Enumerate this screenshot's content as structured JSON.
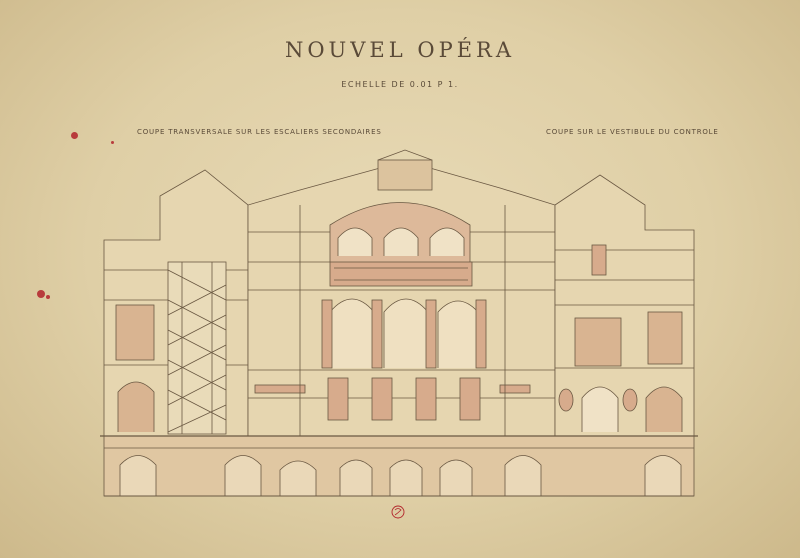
{
  "sheet": {
    "title": "NOUVEL OPÉRA",
    "scale": "ECHELLE DE 0.01 P 1.",
    "caption_left": "COUPE TRANSVERSALE SUR LES ESCALIERS SECONDAIRES",
    "caption_right": "COUPE SUR LE VESTIBULE DU CONTROLE"
  },
  "colors": {
    "paper": "#e3d4ae",
    "ink": "#5a4a38",
    "wash": "#d8a88a",
    "stain": "#b2222a"
  },
  "stamp": {
    "mark": "monogram-stamp"
  }
}
